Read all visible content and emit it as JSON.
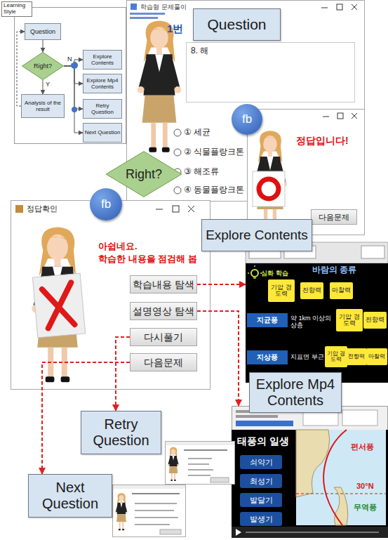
{
  "diagram": {
    "nodes": [
      {
        "text": [
          "Learning Style"
        ]
      },
      {
        "text": [
          "Question"
        ],
        "in": 0
      },
      {
        "text": [
          "Right?"
        ],
        "in": 0
      },
      {
        "text": [
          "Analysis of the result"
        ],
        "in": 0
      },
      {
        "text": [
          "Explore Contents"
        ],
        "in": 0
      },
      {
        "text": [
          "Explore Mp4 Contents"
        ],
        "in": 0
      },
      {
        "text": [
          "Retry Question"
        ],
        "in": 0
      },
      {
        "text": [
          "Next Question"
        ],
        "in": 0
      },
      {
        "text": [
          "학습형 문제풀이",
          "1번",
          "8. 해",
          "① 세균",
          "② 식물플랑크톤",
          "③ 해조류",
          "④ 동물플랑크톤"
        ]
      },
      {
        "text": [
          "Question"
        ]
      },
      {
        "text": [
          "정답입니다!"
        ]
      },
      {
        "text": [
          "다음문제"
        ],
        "in": 10
      },
      {
        "text": [
          "fb"
        ]
      },
      {
        "text": [
          "Right?"
        ]
      },
      {
        "text": [
          "정답확인",
          "아쉽네요.",
          "학습한 내용을 점검해 봅"
        ]
      },
      {
        "text": [
          "fb"
        ]
      },
      {
        "text": [
          "학습내용 탐색"
        ],
        "in": 14
      },
      {
        "text": [
          "설명영상 탐색"
        ],
        "in": 14
      },
      {
        "text": [
          "다시풀기"
        ],
        "in": 14
      },
      {
        "text": [
          "다음문제"
        ],
        "in": 14
      },
      {
        "text": [
          "Explore Contents"
        ]
      },
      {
        "text": [
          "심화 학습",
          "바람의 종류",
          "약 1km 이상의 상층",
          "지표면 부근"
        ]
      },
      {
        "text": [
          "지균풍"
        ],
        "in": 21
      },
      {
        "text": [
          "지상풍"
        ],
        "in": 21
      },
      {
        "text": [
          "기압 경도력"
        ],
        "in": 21
      },
      {
        "text": [
          "전향력"
        ],
        "in": 21
      },
      {
        "text": [
          "마찰력"
        ],
        "in": 21
      },
      {
        "text": [
          "기압 경도력"
        ],
        "in": 21
      },
      {
        "text": [
          "전향력"
        ],
        "in": 21
      },
      {
        "text": [
          "기압 경도력"
        ],
        "in": 21
      },
      {
        "text": [
          "전향력"
        ],
        "in": 21
      },
      {
        "text": [
          "마찰력"
        ],
        "in": 21
      },
      {
        "text": [
          "Explore Mp4 Contents"
        ]
      },
      {
        "text": [
          "태풍의 일생",
          "편서풍",
          "30°N",
          "무역풍"
        ]
      },
      {
        "text": [
          "쇠약기"
        ],
        "in": 33
      },
      {
        "text": [
          "최성기"
        ],
        "in": 33
      },
      {
        "text": [
          "발달기"
        ],
        "in": 33
      },
      {
        "text": [
          "발생기"
        ],
        "in": 33
      },
      {
        "text": [
          "Retry Question"
        ]
      },
      {
        "text": [
          "Next Question"
        ]
      }
    ],
    "edges": [
      {
        "from": 1,
        "to": 2,
        "arrow": "to"
      },
      {
        "from": 2,
        "to": 3,
        "label": "Y",
        "arrow": "to"
      },
      {
        "from": 2,
        "to": 4,
        "label": "N",
        "arrow": "to"
      },
      {
        "from": 2,
        "to": 5,
        "arrow": "to"
      },
      {
        "from": 2,
        "to": 6,
        "arrow": "to"
      },
      {
        "from": 2,
        "to": 7,
        "arrow": "to"
      },
      {
        "from": 3,
        "to": 1,
        "arrow": "to"
      },
      {
        "from": 16,
        "to": 21,
        "arrow": "to"
      },
      {
        "from": 17,
        "to": 33,
        "arrow": "to"
      },
      {
        "from": 18,
        "to": 38,
        "arrow": "to"
      },
      {
        "from": 19,
        "to": 39,
        "arrow": "to"
      }
    ]
  }
}
